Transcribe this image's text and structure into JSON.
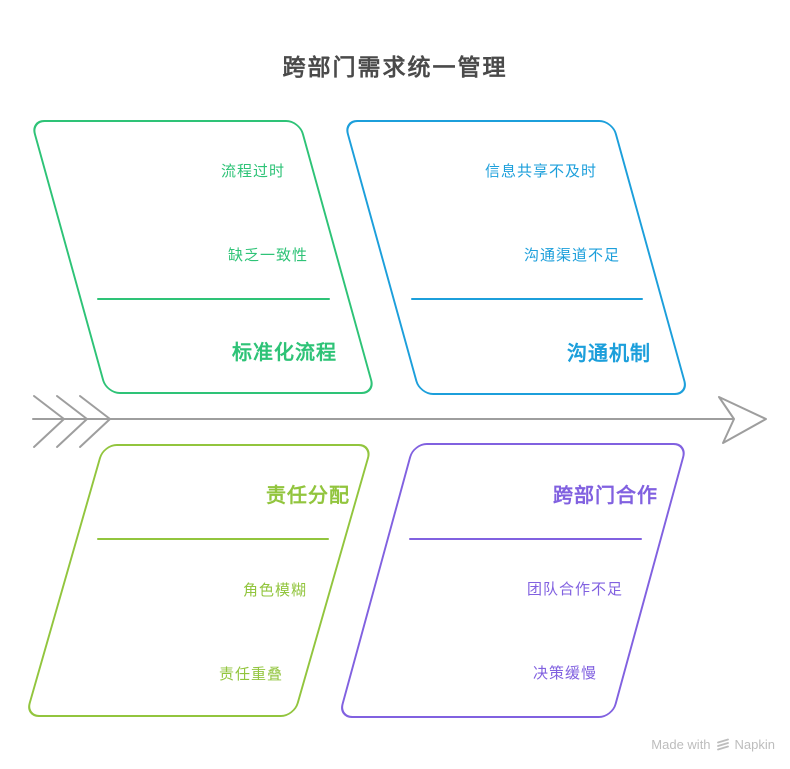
{
  "title": "跨部门需求统一管理",
  "colors": {
    "title": "#4A4A4A",
    "spine": "#9E9E9E",
    "watermark": "#BDBDBD"
  },
  "branches": [
    {
      "label": "标准化流程",
      "position": "top-left",
      "color": "#2EC377",
      "causes": [
        "流程过时",
        "缺乏一致性"
      ]
    },
    {
      "label": "沟通机制",
      "position": "top-right",
      "color": "#1C9FDB",
      "causes": [
        "信息共享不及时",
        "沟通渠道不足"
      ]
    },
    {
      "label": "责任分配",
      "position": "bottom-left",
      "color": "#92C53E",
      "causes": [
        "角色模糊",
        "责任重叠"
      ]
    },
    {
      "label": "跨部门合作",
      "position": "bottom-right",
      "color": "#8161E0",
      "causes": [
        "团队合作不足",
        "决策缓慢"
      ]
    }
  ],
  "watermark": {
    "prefix": "Made with",
    "brand": "Napkin",
    "logo_icon": "napkin-logo-icon"
  }
}
